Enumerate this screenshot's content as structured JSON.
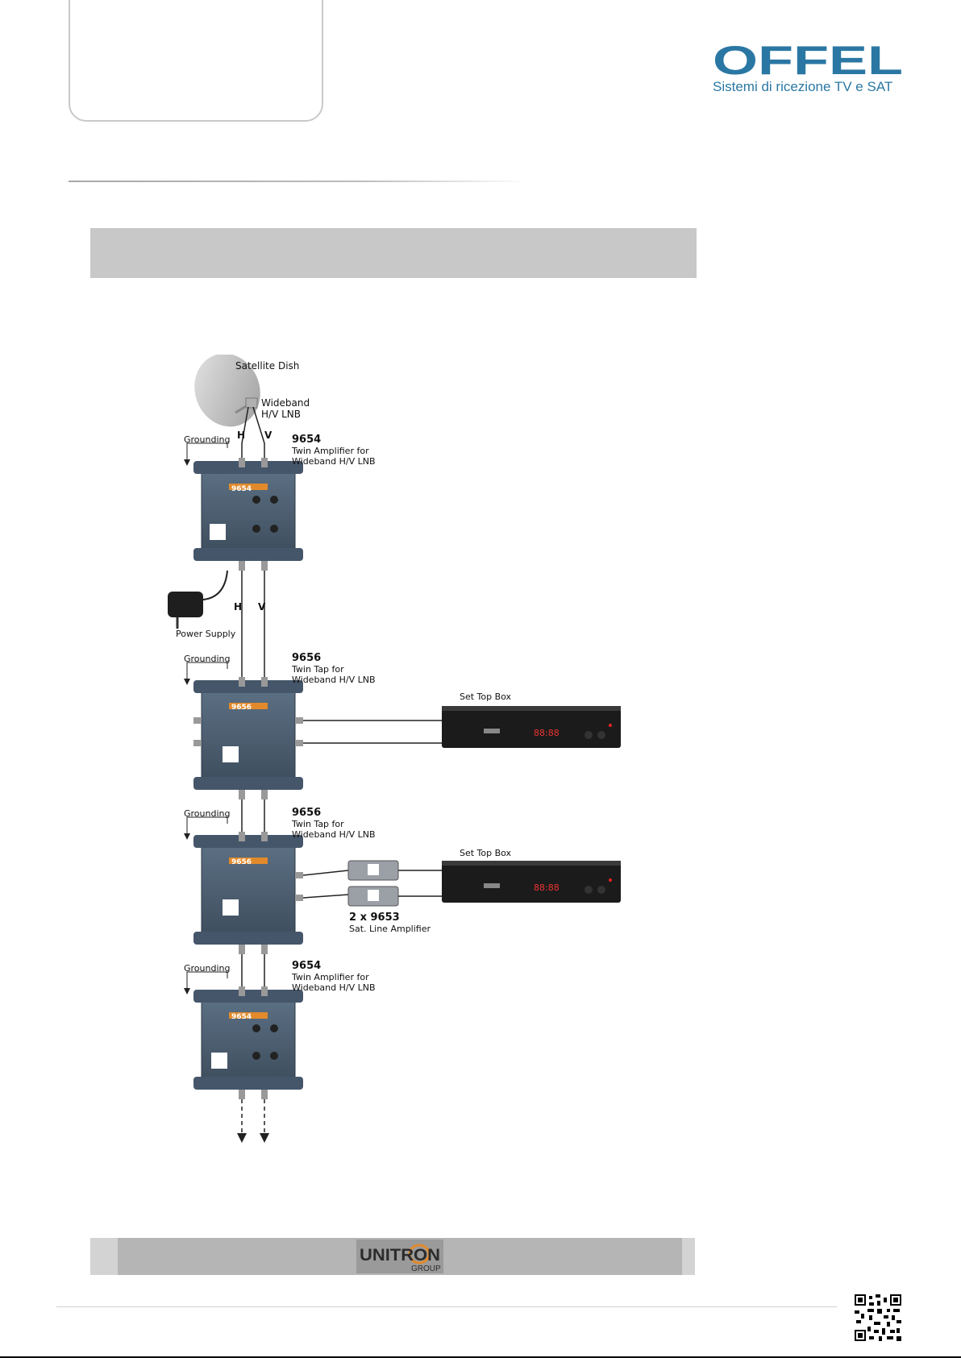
{
  "brand": {
    "name": "OFFEL",
    "tagline": "Sistemi di ricezione TV e SAT",
    "color": "#2a77a3"
  },
  "diagram": {
    "dish_label": "Satellite Dish",
    "lnb_label_1": "Wideband",
    "lnb_label_2": "H/V LNB",
    "grounding": "Grounding",
    "power_supply": "Power Supply",
    "h": "H",
    "v": "V",
    "set_top_box": "Set Top Box",
    "stb_display": "88:88",
    "units": [
      {
        "model": "9654",
        "line1": "Twin Amplifier for",
        "line2": "Wideband H/V LNB"
      },
      {
        "model": "9656",
        "line1": "Twin Tap for",
        "line2": "Wideband H/V LNB"
      },
      {
        "model": "9656",
        "line1": "Twin Tap for",
        "line2": "Wideband H/V LNB"
      },
      {
        "model": "9654",
        "line1": "Twin Amplifier for",
        "line2": "Wideband H/V LNB"
      }
    ],
    "line_amp_model": "2 x 9653",
    "line_amp_label": "Sat. Line Amplifier"
  },
  "footer": {
    "group_name": "UNITRON",
    "group_sub": "GROUP"
  }
}
